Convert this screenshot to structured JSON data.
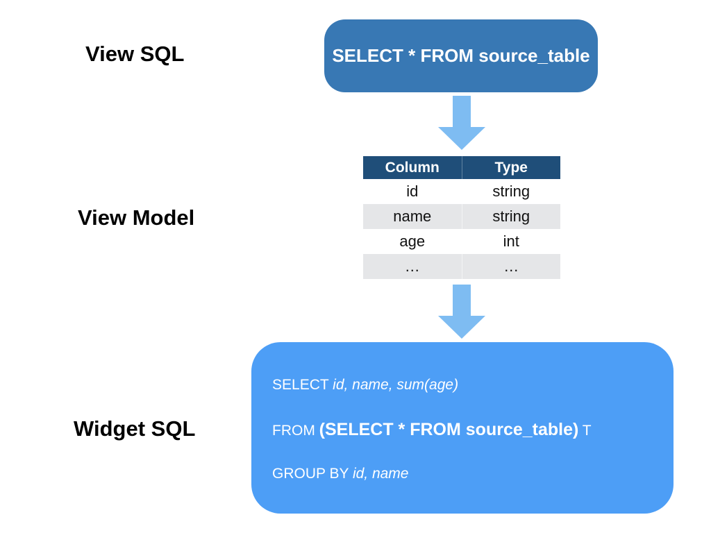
{
  "colors": {
    "view_sql_box_bg": "#3878B4",
    "widget_sql_box_bg": "#4D9EF6",
    "table_header_bg": "#1F4E79",
    "table_alt_row_bg": "#E5E6E8",
    "arrow": "#7EBCF2",
    "box_text": "#FFFFFF",
    "label_text": "#000000"
  },
  "labels": {
    "view_sql": "View SQL",
    "view_model": "View Model",
    "widget_sql": "Widget SQL"
  },
  "view_sql_box": {
    "sql": "SELECT * FROM source_table"
  },
  "view_model_table": {
    "headers": [
      "Column",
      "Type"
    ],
    "rows": [
      [
        "id",
        "string"
      ],
      [
        "name",
        "string"
      ],
      [
        "age",
        "int"
      ],
      [
        "…",
        "…"
      ]
    ]
  },
  "widget_sql_box": {
    "line1": {
      "keyword": "SELECT ",
      "columns": "id, name, sum(age)"
    },
    "line2": {
      "keyword": "FROM ",
      "subquery": "(SELECT * FROM source_table)",
      "alias": " T"
    },
    "line3": {
      "keyword": "GROUP BY ",
      "columns": "id, name"
    }
  },
  "icons": {
    "arrow1": "down-arrow",
    "arrow2": "down-arrow"
  }
}
